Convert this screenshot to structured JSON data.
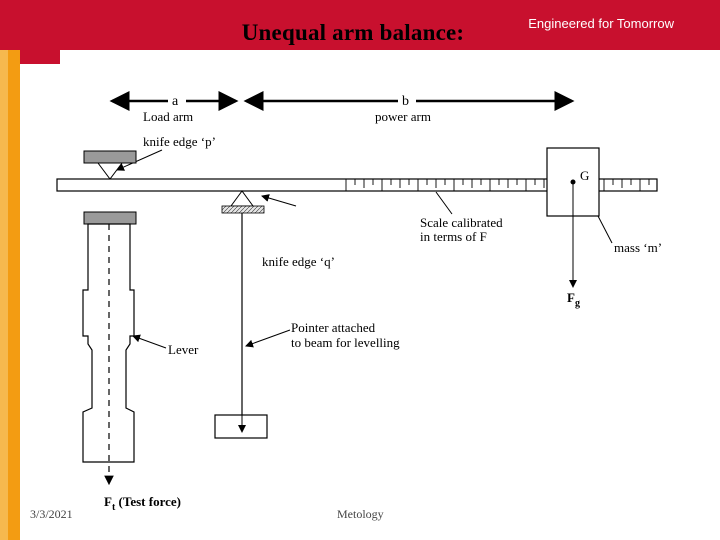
{
  "slide": {
    "title": "Unequal arm balance:",
    "brand": "Engineered for Tomorrow",
    "footer_date": "3/3/2021",
    "footer_topic": "Metology"
  },
  "diagram": {
    "dim_a": "a",
    "dim_b": "b",
    "load_arm": "Load arm",
    "power_arm": "power arm",
    "knife_edge_p": "knife edge ‘p’",
    "knife_edge_q": "knife edge ‘q’",
    "scale_line1": "Scale calibrated",
    "scale_line2": "in terms of F",
    "mass_label": "mass ‘m’",
    "g_label": "G",
    "fg_main": "F",
    "fg_sub": "g",
    "pointer_line1": "Pointer attached",
    "pointer_line2": "to beam for levelling",
    "lever": "Lever",
    "ft_main": "F",
    "ft_sub": "t",
    "ft_rest": " (Test force)"
  },
  "colors": {
    "header_red": "#c8102e",
    "side_orange": "#f39c12",
    "brand_text": "#ffffff"
  }
}
